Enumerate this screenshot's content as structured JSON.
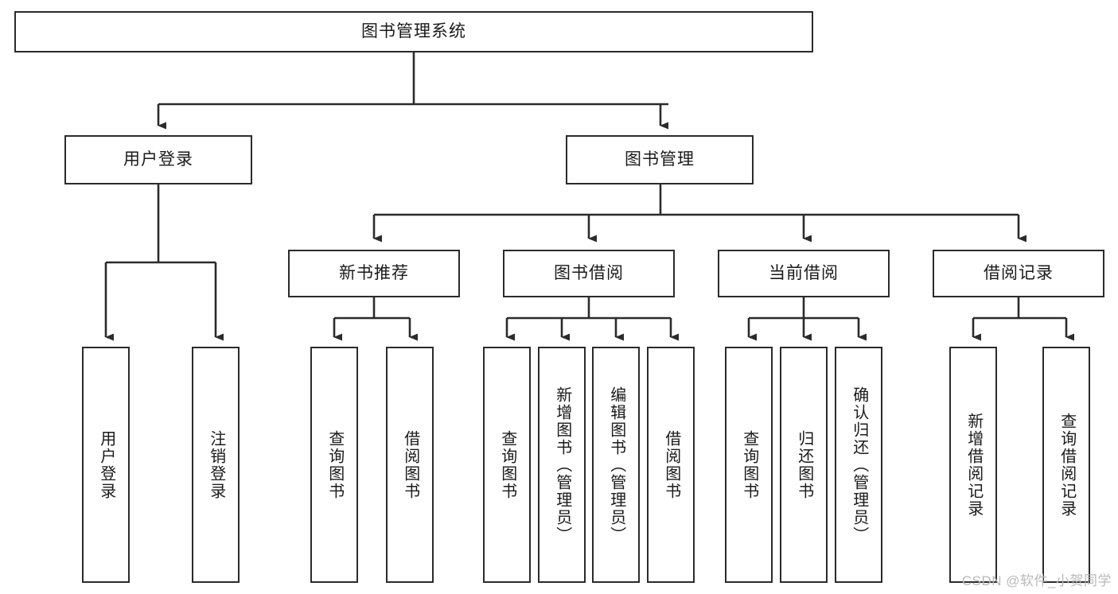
{
  "diagram": {
    "title": "图书管理系统",
    "type": "tree",
    "root": {
      "id": "root",
      "label": "图书管理系统"
    },
    "level2": [
      {
        "id": "user-login",
        "label": "用户登录"
      },
      {
        "id": "book-manage",
        "label": "图书管理"
      }
    ],
    "level3": [
      {
        "id": "new-book-rec",
        "label": "新书推荐",
        "parent": "book-manage"
      },
      {
        "id": "book-borrow",
        "label": "图书借阅",
        "parent": "book-manage"
      },
      {
        "id": "current-borrow",
        "label": "当前借阅",
        "parent": "book-manage"
      },
      {
        "id": "borrow-record",
        "label": "借阅记录",
        "parent": "book-manage"
      }
    ],
    "leaves": [
      {
        "id": "leaf-user-login",
        "label": "用户登录",
        "parent": "user-login"
      },
      {
        "id": "leaf-logout-login",
        "label": "注销登录",
        "parent": "user-login"
      },
      {
        "id": "leaf-query-book-1",
        "label": "查询图书",
        "parent": "new-book-rec"
      },
      {
        "id": "leaf-borrow-book-1",
        "label": "借阅图书",
        "parent": "new-book-rec"
      },
      {
        "id": "leaf-query-book-2",
        "label": "查询图书",
        "parent": "book-borrow"
      },
      {
        "id": "leaf-add-book",
        "label": "新增图书（管理员）",
        "parent": "book-borrow"
      },
      {
        "id": "leaf-edit-book",
        "label": "编辑图书（管理员）",
        "parent": "book-borrow"
      },
      {
        "id": "leaf-borrow-book-2",
        "label": "借阅图书",
        "parent": "book-borrow"
      },
      {
        "id": "leaf-query-book-3",
        "label": "查询图书",
        "parent": "current-borrow"
      },
      {
        "id": "leaf-return-book",
        "label": "归还图书",
        "parent": "current-borrow"
      },
      {
        "id": "leaf-confirm-return",
        "label": "确认归还（管理员）",
        "parent": "current-borrow"
      },
      {
        "id": "leaf-add-record",
        "label": "新增借阅记录",
        "parent": "borrow-record"
      },
      {
        "id": "leaf-query-record",
        "label": "查询借阅记录",
        "parent": "borrow-record"
      }
    ],
    "colors": {
      "border": "#2b2b2b",
      "background": "#ffffff",
      "text": "#1a1a1a",
      "watermark": "#b9b9b9"
    }
  },
  "watermark": {
    "text": "CSDN @软件_小贺同学"
  }
}
